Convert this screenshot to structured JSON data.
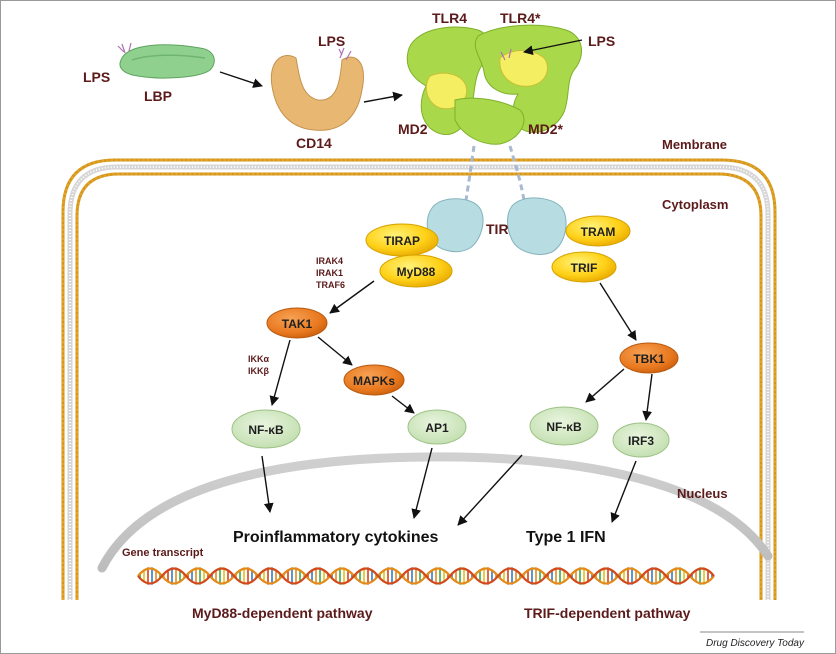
{
  "proteins": {
    "lps_left": "LPS",
    "lbp": "LBP",
    "lps_mid": "LPS",
    "cd14": "CD14",
    "tlr4": "TLR4",
    "tlr4_star": "TLR4*",
    "lps_right": "LPS",
    "md2": "MD2",
    "md2_star": "MD2*",
    "tir": "TIR"
  },
  "compartments": {
    "membrane": "Membrane",
    "cytoplasm": "Cytoplasm",
    "nucleus": "Nucleus"
  },
  "adaptors": {
    "tirap": "TIRAP",
    "myd88": "MyD88",
    "tram": "TRAM",
    "trif": "TRIF"
  },
  "kinase_notes": {
    "irak4": "IRAK4",
    "irak1": "IRAK1",
    "traf6": "TRAF6",
    "ikka": "IKKα",
    "ikkb": "IKKβ"
  },
  "nodes": {
    "tak1": "TAK1",
    "mapks": "MAPKs",
    "tbk1": "TBK1",
    "nfkb_left": "NF-κB",
    "ap1": "AP1",
    "nfkb_right": "NF-κB",
    "irf3": "IRF3"
  },
  "outputs": {
    "cytokines": "Proinflammatory cytokines",
    "ifn": "Type 1 IFN",
    "gene_transcript": "Gene transcript"
  },
  "pathways": {
    "myd88": "MyD88-dependent pathway",
    "trif": "TRIF-dependent pathway"
  },
  "footer": {
    "source": "Drug Discovery Today"
  },
  "colors": {
    "membrane": "#e3a526",
    "yellow_node": "#ffd21a",
    "orange_node": "#e8781e",
    "green_node": "#cfe6c0",
    "tlr4": "#a9d84a",
    "md2": "#f4ee62",
    "cd14": "#e8b873",
    "lbp": "#8fd08f",
    "tir": "#b7dde2",
    "label": "#5c1a1a"
  }
}
